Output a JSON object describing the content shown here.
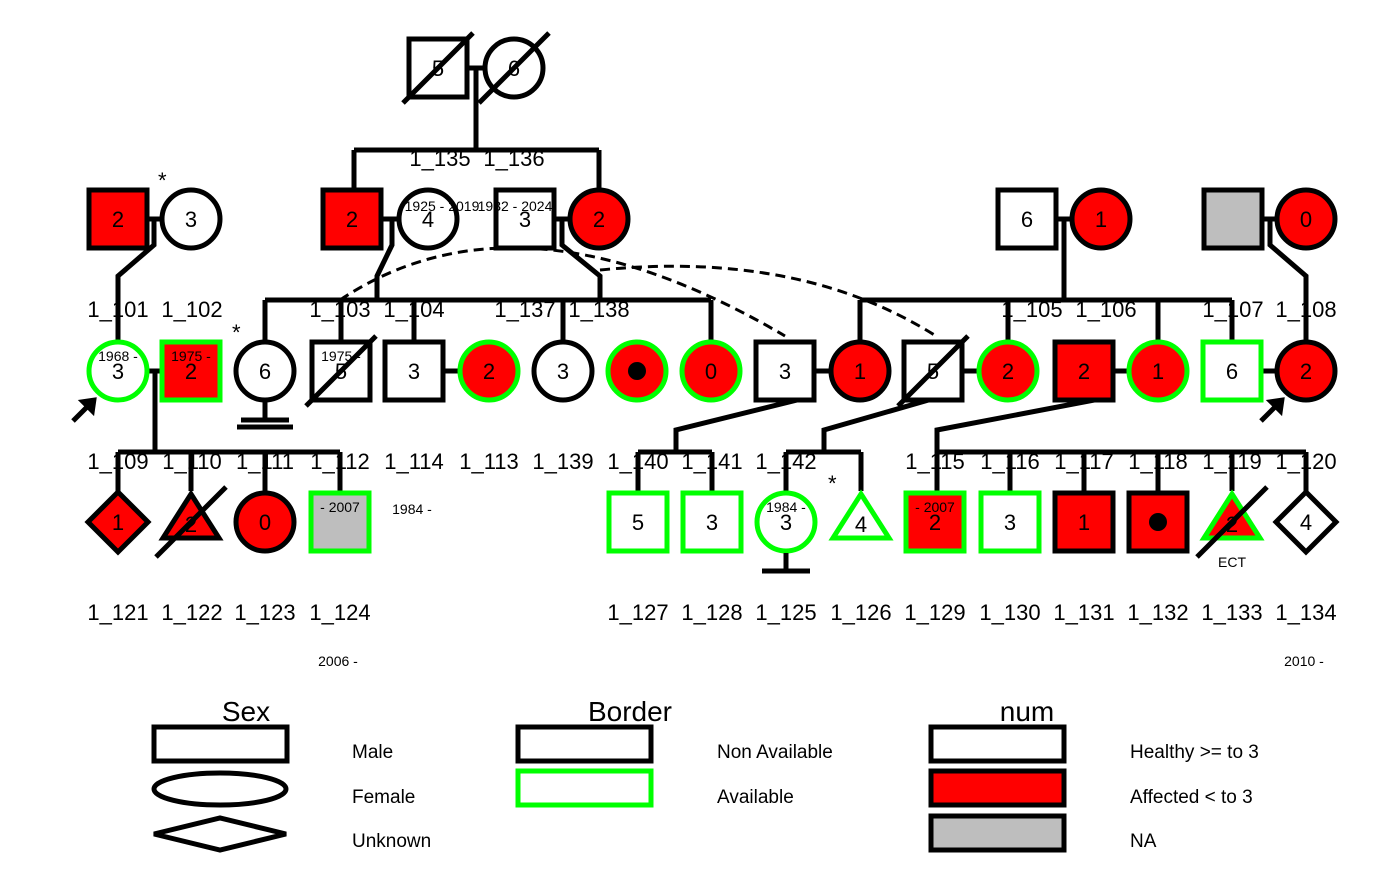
{
  "colors": {
    "affected": "#ff0000",
    "healthy": "#ffffff",
    "na": "#bebebe",
    "available_border": "#00ff00",
    "non_available_border": "#000000"
  },
  "individuals": [
    {
      "key": "g1m",
      "num": "5",
      "sex": "male",
      "fill": "healthy",
      "border": "black",
      "deceased": true
    },
    {
      "key": "g1f",
      "num": "6",
      "sex": "female",
      "fill": "healthy",
      "border": "black",
      "deceased": true
    },
    {
      "key": "r2a",
      "num": "2",
      "sex": "male",
      "fill": "affected",
      "border": "black"
    },
    {
      "key": "r2b",
      "num": "3",
      "sex": "female",
      "fill": "healthy",
      "border": "black",
      "mark": "*"
    },
    {
      "key": "r2c",
      "num": "2",
      "sex": "male",
      "fill": "affected",
      "border": "black"
    },
    {
      "key": "r2d",
      "num": "4",
      "sex": "female",
      "fill": "healthy",
      "border": "black"
    },
    {
      "key": "r2e",
      "num": "3",
      "sex": "male",
      "fill": "healthy",
      "border": "black"
    },
    {
      "key": "r2f",
      "num": "2",
      "sex": "female",
      "fill": "affected",
      "border": "black"
    },
    {
      "key": "r2g",
      "num": "6",
      "sex": "male",
      "fill": "healthy",
      "border": "black"
    },
    {
      "key": "r2h",
      "num": "1",
      "sex": "female",
      "fill": "affected",
      "border": "black"
    },
    {
      "key": "r2i",
      "num": "",
      "sex": "male",
      "fill": "na",
      "border": "black"
    },
    {
      "key": "r2j",
      "num": "0",
      "sex": "female",
      "fill": "affected",
      "border": "black"
    },
    {
      "key": "r3a",
      "num": "3",
      "sex": "female",
      "fill": "healthy",
      "border": "green",
      "date": "1968 -",
      "proband": true
    },
    {
      "key": "r3b",
      "num": "2",
      "sex": "male",
      "fill": "affected",
      "border": "green",
      "date": "1975 -"
    },
    {
      "key": "r3c",
      "num": "6",
      "sex": "female",
      "fill": "healthy",
      "border": "black",
      "mark": "*",
      "nochild": "infertile"
    },
    {
      "key": "r3d",
      "num": "5",
      "sex": "male",
      "fill": "healthy",
      "border": "black",
      "deceased": true,
      "date": "1975 -"
    },
    {
      "key": "r3e",
      "num": "3",
      "sex": "male",
      "fill": "healthy",
      "border": "black"
    },
    {
      "key": "r3f",
      "num": "2",
      "sex": "female",
      "fill": "affected",
      "border": "green"
    },
    {
      "key": "r3g",
      "num": "3",
      "sex": "female",
      "fill": "healthy",
      "border": "black"
    },
    {
      "key": "r3h",
      "num": "",
      "sex": "female",
      "fill": "affected",
      "border": "green",
      "dot": true
    },
    {
      "key": "r3i",
      "num": "0",
      "sex": "female",
      "fill": "affected",
      "border": "green"
    },
    {
      "key": "r3j",
      "num": "3",
      "sex": "male",
      "fill": "healthy",
      "border": "black"
    },
    {
      "key": "r3k",
      "num": "1",
      "sex": "female",
      "fill": "affected",
      "border": "black"
    },
    {
      "key": "r3l",
      "num": "5",
      "sex": "male",
      "fill": "healthy",
      "border": "black",
      "deceased": true
    },
    {
      "key": "r3m",
      "num": "2",
      "sex": "female",
      "fill": "affected",
      "border": "green"
    },
    {
      "key": "r3n",
      "num": "2",
      "sex": "male",
      "fill": "affected",
      "border": "black"
    },
    {
      "key": "r3o",
      "num": "1",
      "sex": "female",
      "fill": "affected",
      "border": "green"
    },
    {
      "key": "r3p",
      "num": "6",
      "sex": "male",
      "fill": "healthy",
      "border": "green"
    },
    {
      "key": "r3q",
      "num": "2",
      "sex": "female",
      "fill": "affected",
      "border": "black",
      "proband": true
    },
    {
      "key": "r4a",
      "num": "1",
      "sex": "unknown",
      "fill": "affected",
      "border": "black"
    },
    {
      "key": "r4b",
      "num": "2",
      "sex": "triangle",
      "fill": "affected",
      "border": "black",
      "deceased": true
    },
    {
      "key": "r4c",
      "num": "0",
      "sex": "female",
      "fill": "affected",
      "border": "black"
    },
    {
      "key": "r4d",
      "num": "",
      "sex": "male",
      "fill": "na",
      "border": "green",
      "date": "- 2007"
    },
    {
      "key": "r4e",
      "num": "5",
      "sex": "male",
      "fill": "healthy",
      "border": "green"
    },
    {
      "key": "r4f",
      "num": "3",
      "sex": "male",
      "fill": "healthy",
      "border": "green"
    },
    {
      "key": "r4g",
      "num": "3",
      "sex": "female",
      "fill": "healthy",
      "border": "green",
      "date": "1984 -",
      "nochild": "single"
    },
    {
      "key": "r4h",
      "num": "4",
      "sex": "triangle",
      "fill": "healthy",
      "border": "green",
      "mark": "*"
    },
    {
      "key": "r4i",
      "num": "2",
      "sex": "male",
      "fill": "affected",
      "border": "green",
      "date": "- 2007"
    },
    {
      "key": "r4j",
      "num": "3",
      "sex": "male",
      "fill": "healthy",
      "border": "green"
    },
    {
      "key": "r4k",
      "num": "1",
      "sex": "male",
      "fill": "affected",
      "border": "black"
    },
    {
      "key": "r4l",
      "num": "",
      "sex": "male",
      "fill": "affected",
      "border": "black",
      "dot": true
    },
    {
      "key": "r4m",
      "num": "2",
      "sex": "triangle",
      "fill": "affected",
      "border": "green",
      "deceased": true,
      "tag": "ECT"
    },
    {
      "key": "r4n",
      "num": "4",
      "sex": "unknown",
      "fill": "healthy",
      "border": "black"
    }
  ],
  "id_labels": {
    "row2": [
      "1_135",
      "1_136"
    ],
    "row3": [
      "1_101",
      "1_102",
      "1_103",
      "1_104",
      "1_137",
      "1_138",
      "1_105",
      "1_106",
      "1_107",
      "1_108"
    ],
    "row4": [
      "1_109",
      "1_110",
      "1_111",
      "1_112",
      "1_114",
      "1_113",
      "1_139",
      "1_140",
      "1_141",
      "1_142",
      "1_115",
      "1_116",
      "1_117",
      "1_118",
      "1_119",
      "1_120"
    ],
    "row5": [
      "1_121",
      "1_122",
      "1_123",
      "1_124",
      "1_127",
      "1_128",
      "1_125",
      "1_126",
      "1_129",
      "1_130",
      "1_131",
      "1_132",
      "1_133",
      "1_134"
    ]
  },
  "extra_dates": {
    "r2d": "1925 - 2019",
    "r2e": "1932 - 2024",
    "r4d_after": "1984 -",
    "bottom_left": "2006 -",
    "bottom_right": "2010 -"
  },
  "legend": {
    "sex": {
      "title": "Sex",
      "items": [
        "Male",
        "Female",
        "Unknown"
      ]
    },
    "border": {
      "title": "Border",
      "items": [
        "Non Available",
        "Available"
      ]
    },
    "num": {
      "title": "num",
      "items": [
        "Healthy >= to 3",
        "Affected < to 3",
        "NA"
      ]
    }
  }
}
